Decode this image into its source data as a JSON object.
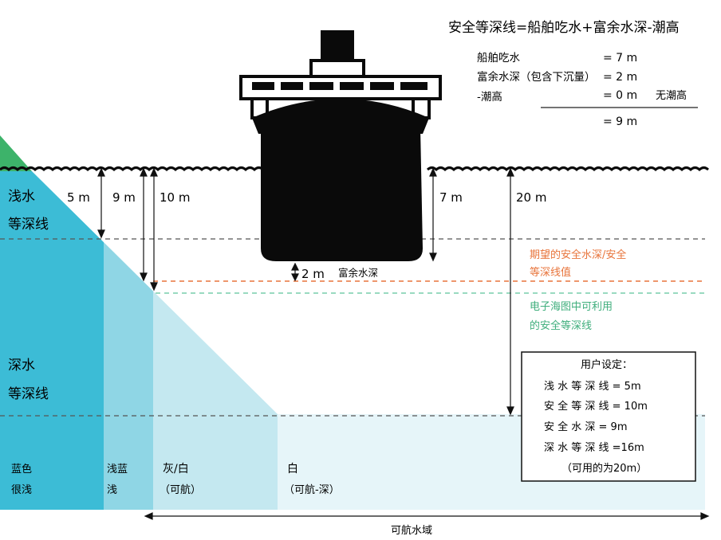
{
  "formula": {
    "title": "安全等深线=船舶吃水+富余水深-潮高",
    "rows": [
      {
        "label": "船舶吃水",
        "value": "= 7 m",
        "note": ""
      },
      {
        "label": "富余水深（包含下沉量）",
        "value": "= 2 m",
        "note": ""
      },
      {
        "label": "-潮高",
        "value": "= 0 m",
        "note": "无潮高"
      }
    ],
    "result": "= 9 m"
  },
  "zones": {
    "shallow_contour": [
      "浅水",
      "等深线"
    ],
    "deep_contour": [
      "深水",
      "等深线"
    ],
    "labels": [
      {
        "line1": "蓝色",
        "line2": "很浅"
      },
      {
        "line1": "浅蓝",
        "line2": "浅"
      },
      {
        "line1": "灰/白",
        "line2": "（可航）"
      },
      {
        "line1": "白",
        "line2": "（可航-深）"
      }
    ],
    "navigable": "可航水域"
  },
  "depths": {
    "d5": "5 m",
    "d9": "9 m",
    "d10": "10 m",
    "draft": "7 m",
    "d20": "20 m",
    "ukc_value": "2 m",
    "ukc_label": "富余水深"
  },
  "annotations": {
    "orange": [
      "期望的安全水深/安全",
      "等深线值"
    ],
    "green": [
      "电子海图中可利用",
      "的安全等深线"
    ]
  },
  "settings": {
    "title": "用户设定：",
    "rows": [
      "浅 水 等 深 线  =  5m",
      "安 全 等 深 线  =  10m",
      "安 全 水 深    =  9m",
      "深 水 等 深 线  =16m",
      "（可用的为20m）"
    ]
  },
  "colors": {
    "blue_very_shallow": "#3cbcd6",
    "blue_shallow": "#8fd6e5",
    "grey_white": "#c4e8f0",
    "deep_white": "#e6f5f9",
    "orange": "#e8743b",
    "green_contour": "#5cc49b",
    "ship": "#0a0a0a"
  }
}
